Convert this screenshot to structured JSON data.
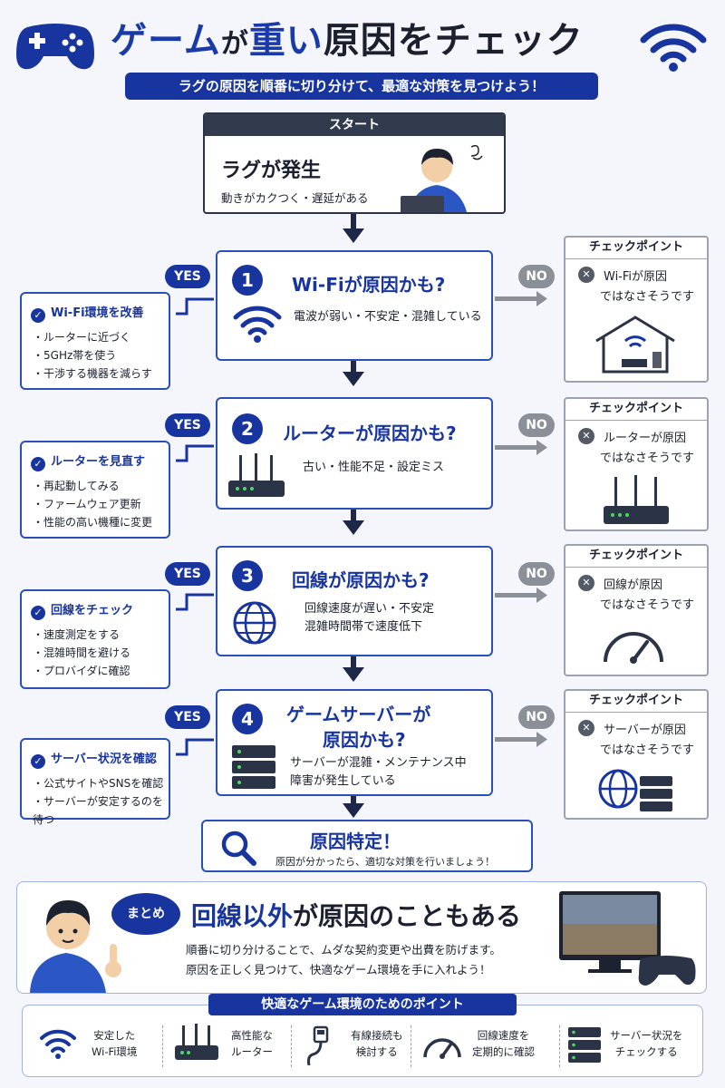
{
  "header": {
    "title_part1": "ゲーム",
    "title_part2": "が",
    "title_part3": "重い",
    "title_part4": "原因をチェック",
    "subtitle": "ラグの原因を順番に切り分けて、最適な対策を見つけよう！"
  },
  "start": {
    "label": "スタート",
    "heading": "ラグが発生",
    "sub": "動きがカクつく・遅延がある"
  },
  "yes_label": "YES",
  "no_label": "NO",
  "checkpoint_label": "チェックポイント",
  "steps": [
    {
      "num": "1",
      "question": "Wi-Fiが原因かも?",
      "desc1": "電波が弱い・不安定・混雑している",
      "desc2": "",
      "yes_title": "Wi-Fi環境を改善",
      "yes_items": [
        "ルーターに近づく",
        "5GHz帯を使う",
        "干渉する機器を減らす"
      ],
      "no_line1": "Wi-Fiが原因",
      "no_line2": "ではなさそうです"
    },
    {
      "num": "2",
      "question": "ルーターが原因かも?",
      "desc1": "古い・性能不足・設定ミス",
      "desc2": "",
      "yes_title": "ルーターを見直す",
      "yes_items": [
        "再起動してみる",
        "ファームウェア更新",
        "性能の高い機種に変更"
      ],
      "no_line1": "ルーターが原因",
      "no_line2": "ではなさそうです"
    },
    {
      "num": "3",
      "question": "回線が原因かも?",
      "desc1": "回線速度が遅い・不安定",
      "desc2": "混雑時間帯で速度低下",
      "yes_title": "回線をチェック",
      "yes_items": [
        "速度測定をする",
        "混雑時間を避ける",
        "プロバイダに確認"
      ],
      "no_line1": "回線が原因",
      "no_line2": "ではなさそうです"
    },
    {
      "num": "4",
      "question": "ゲームサーバーが",
      "question2": "原因かも?",
      "desc1": "サーバーが混雑・メンテナンス中",
      "desc2": "障害が発生している",
      "yes_title": "サーバー状況を確認",
      "yes_items": [
        "公式サイトやSNSを確認",
        "サーバーが安定するのを待つ"
      ],
      "no_line1": "サーバーが原因",
      "no_line2": "ではなさそうです"
    }
  ],
  "result": {
    "heading": "原因特定！",
    "sub": "原因が分かったら、適切な対策を行いましょう！"
  },
  "summary": {
    "badge": "まとめ",
    "heading_hl": "回線以外",
    "heading_rest": "が原因のこともある",
    "line1": "順番に切り分けることで、ムダな契約変更や出費を防げます。",
    "line2": "原因を正しく見つけて、快適なゲーム環境を手に入れよう！"
  },
  "tips": {
    "title": "快適なゲーム環境のためのポイント",
    "items": [
      {
        "l1": "安定した",
        "l2": "Wi-Fi環境",
        "icon": "wifi-icon"
      },
      {
        "l1": "高性能な",
        "l2": "ルーター",
        "icon": "router-icon"
      },
      {
        "l1": "有線接続も",
        "l2": "検討する",
        "icon": "cable-icon"
      },
      {
        "l1": "回線速度を",
        "l2": "定期的に確認",
        "icon": "speedometer-icon"
      },
      {
        "l1": "サーバー状況を",
        "l2": "チェックする",
        "icon": "server-icon"
      }
    ]
  },
  "colors": {
    "primary": "#17349f",
    "dark": "#323a4e",
    "gray": "#8a8f98"
  }
}
